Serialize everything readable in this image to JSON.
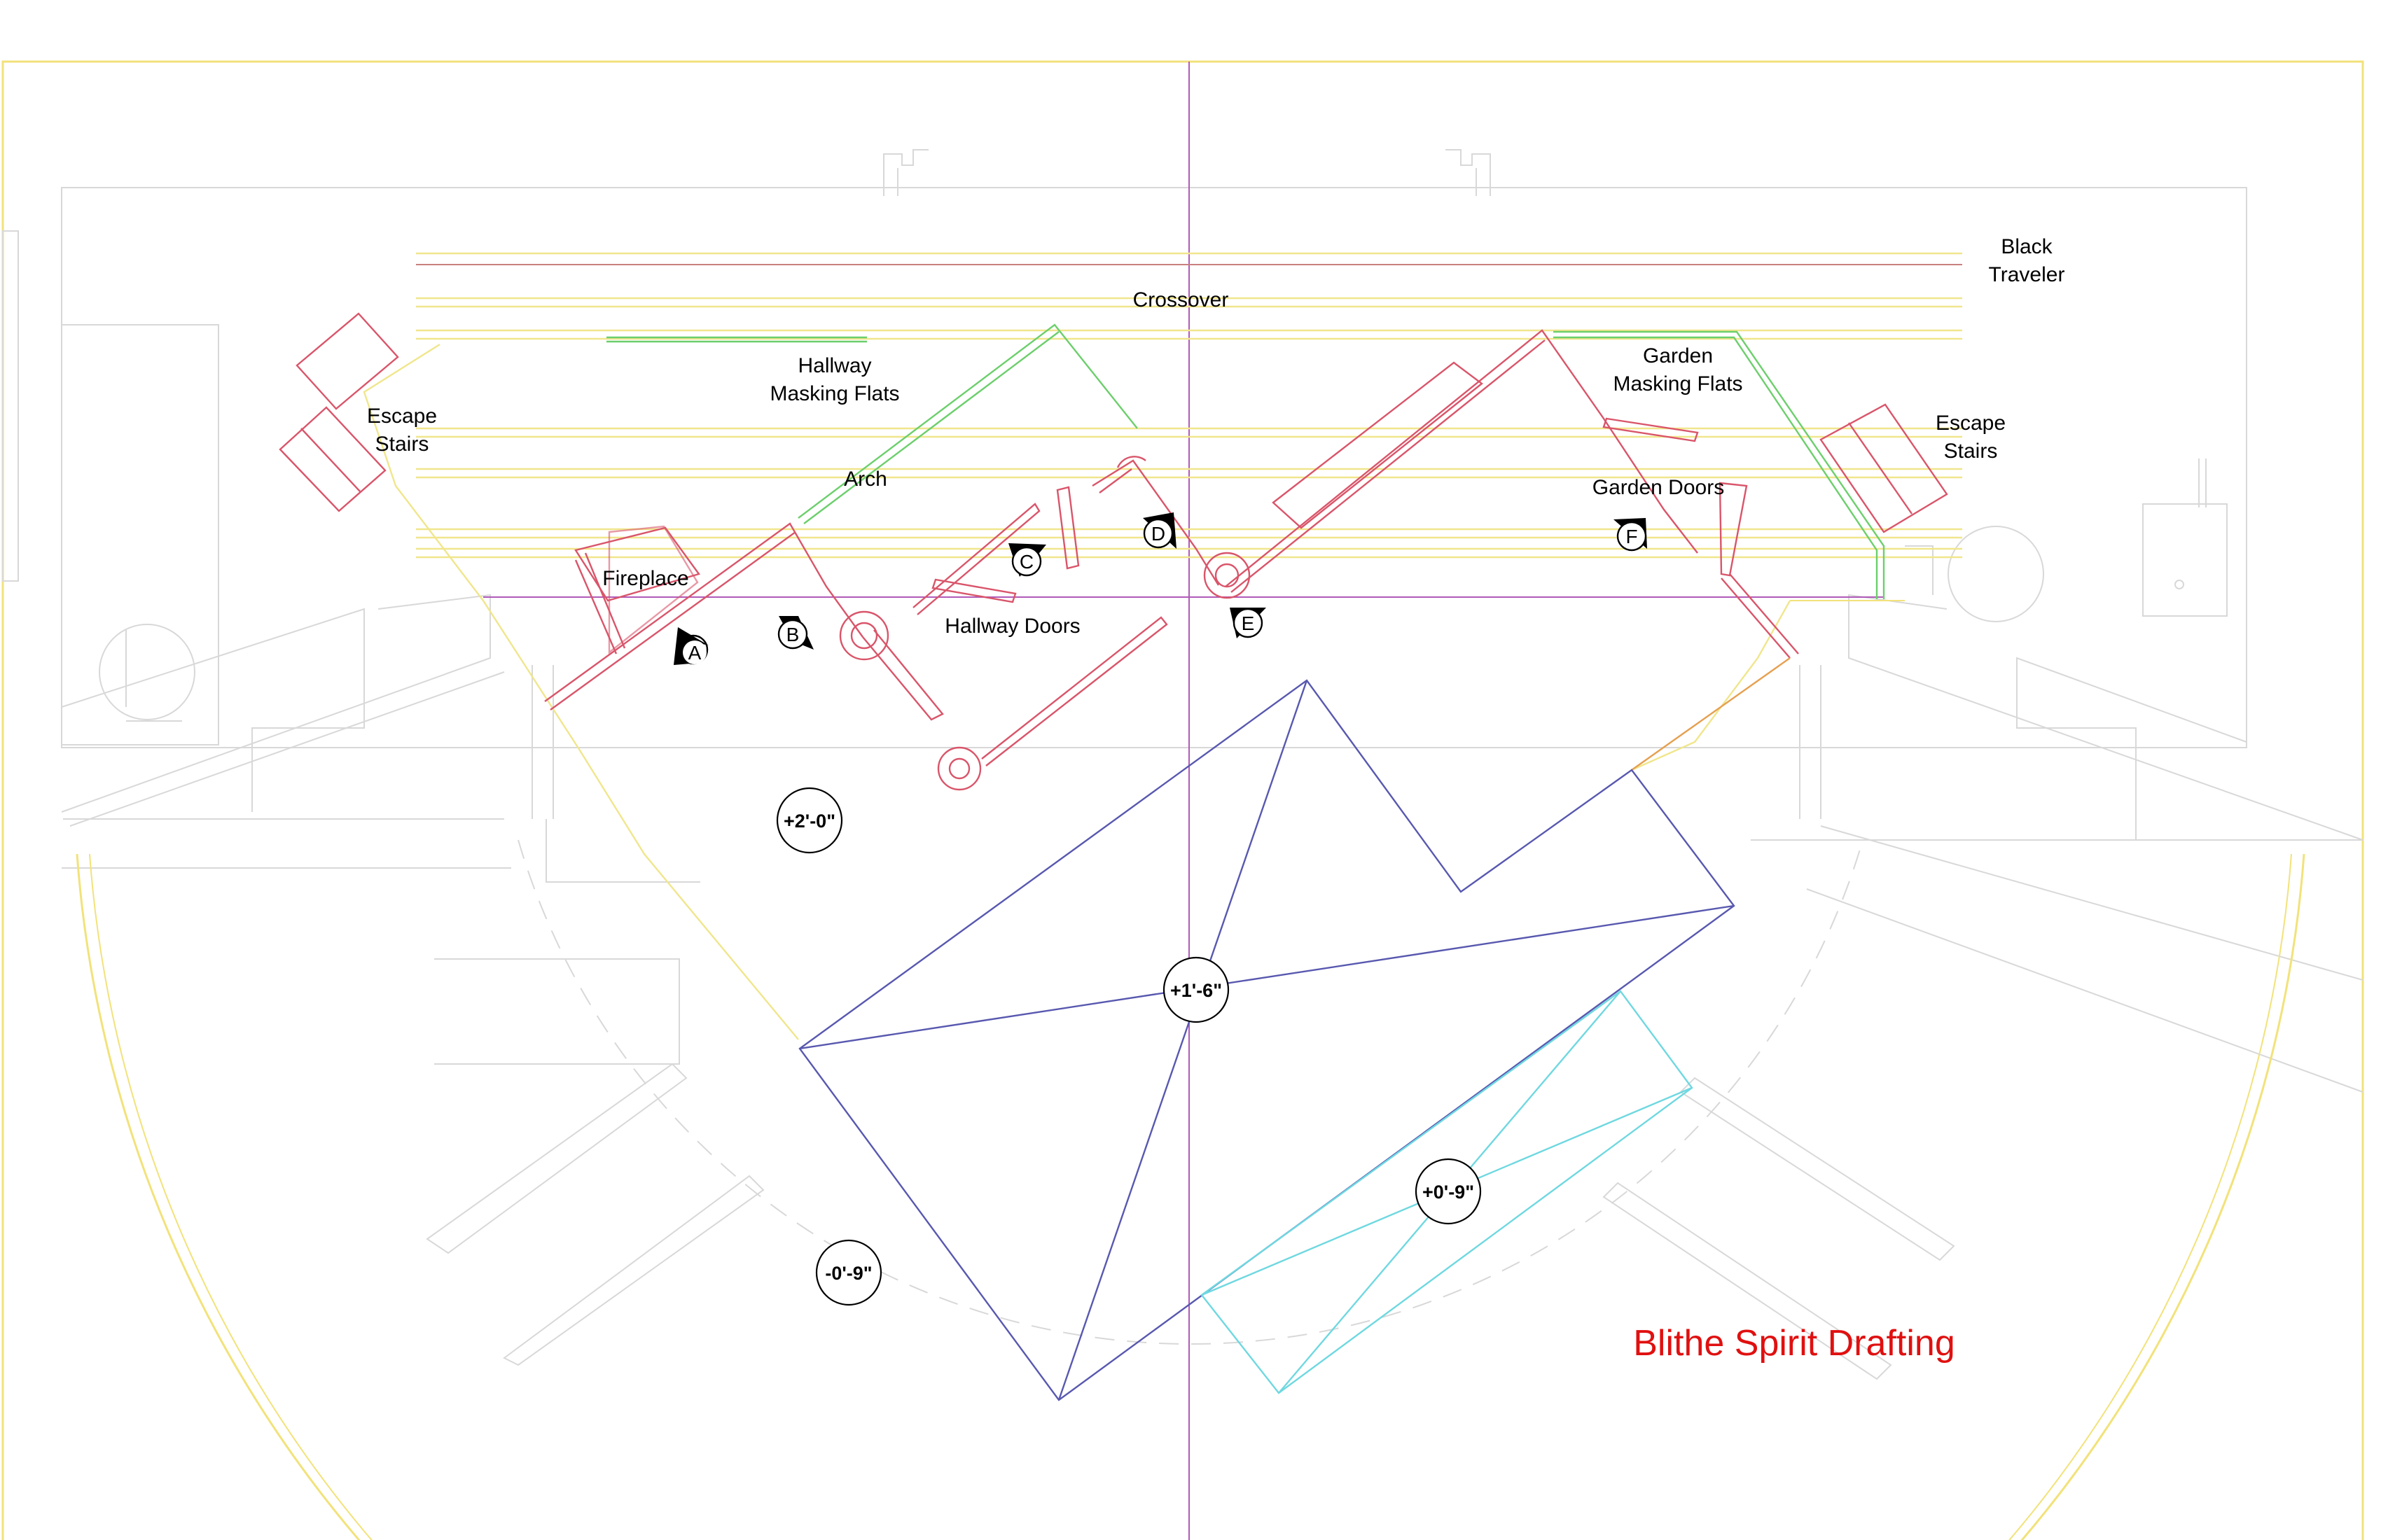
{
  "title": "Blithe Spirit Drafting",
  "colors": {
    "title": "#e01010",
    "border": "#f2e27a",
    "platform": "#5858b0",
    "lower_platform": "#6fd8e0",
    "scenery": "#d9556a",
    "masking": "#6ccf6c",
    "centerline": "#b05ab8",
    "theatre_outline": "#d8d8d8"
  },
  "labels": {
    "black_traveler_1": "Black",
    "black_traveler_2": "Traveler",
    "crossover": "Crossover",
    "hallway_masking_1": "Hallway",
    "hallway_masking_2": "Masking Flats",
    "garden_masking_1": "Garden",
    "garden_masking_2": "Masking Flats",
    "escape_left_1": "Escape",
    "escape_left_2": "Stairs",
    "escape_right_1": "Escape",
    "escape_right_2": "Stairs",
    "arch": "Arch",
    "garden_doors": "Garden Doors",
    "fireplace": "Fireplace",
    "hallway_doors": "Hallway Doors"
  },
  "markers": {
    "a": "A",
    "b": "B",
    "c": "C",
    "d": "D",
    "e": "E",
    "f": "F"
  },
  "elevations": {
    "upper_left": "+2'-0\"",
    "center": "+1'-6\"",
    "lower_right": "+0'-9\"",
    "lower_left": "-0'-9\""
  }
}
